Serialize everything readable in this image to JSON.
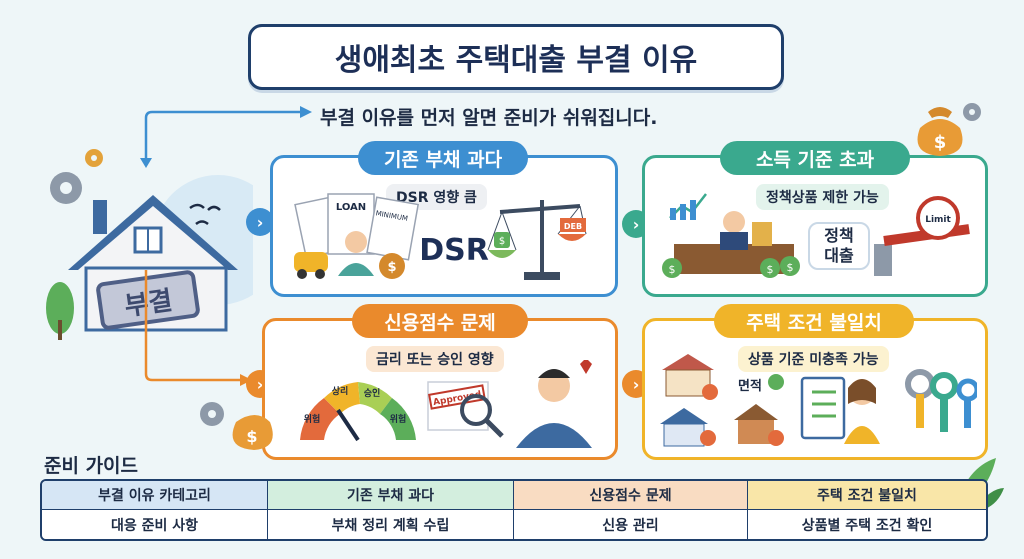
{
  "title": "생애최초 주택대출 부결 이유",
  "subtitle": "부결 이유를 먼저 알면 준비가 쉬워집니다.",
  "house_stamp": "부결",
  "cards": [
    {
      "title": "기존 부채 과다",
      "tag": "DSR 영향 큼",
      "big_text": "DSR",
      "paper_labels": [
        "LOAN",
        "MINIMUM"
      ],
      "scale_label": "DEB",
      "color": "#3d8fd1"
    },
    {
      "title": "소득 기준 초과",
      "tag": "정책상품 제한 가능",
      "bubble": "정책\n대출",
      "sign": "Limit",
      "color": "#3aa98e"
    },
    {
      "title": "신용점수 문제",
      "tag": "금리 또는 승인 영향",
      "gauge": [
        "위험",
        "상리",
        "승인",
        "위험"
      ],
      "stamp": "Approved",
      "color": "#ea8a2c"
    },
    {
      "title": "주택 조건 불일치",
      "tag": "상품 기준 미충족 가능",
      "area_label": "면적",
      "color": "#f0b429"
    }
  ],
  "guide": {
    "title": "준비 가이드",
    "row1": [
      "부결 이유 카테고리",
      "기존 부채 과다",
      "신용점수 문제",
      "주택 조건 불일치"
    ],
    "row2": [
      "대응 준비 사항",
      "부채 정리 계획 수립",
      "신용 관리",
      "상품별 주택 조건 확인"
    ],
    "col_colors": [
      "#d6e6f5",
      "#d3eede",
      "#f9dcc2",
      "#f9e6a8"
    ]
  },
  "colors": {
    "navy": "#1f3f6b",
    "blue": "#3d8fd1",
    "teal": "#3aa98e",
    "orange": "#ea8a2c",
    "yellow": "#f0b429"
  }
}
